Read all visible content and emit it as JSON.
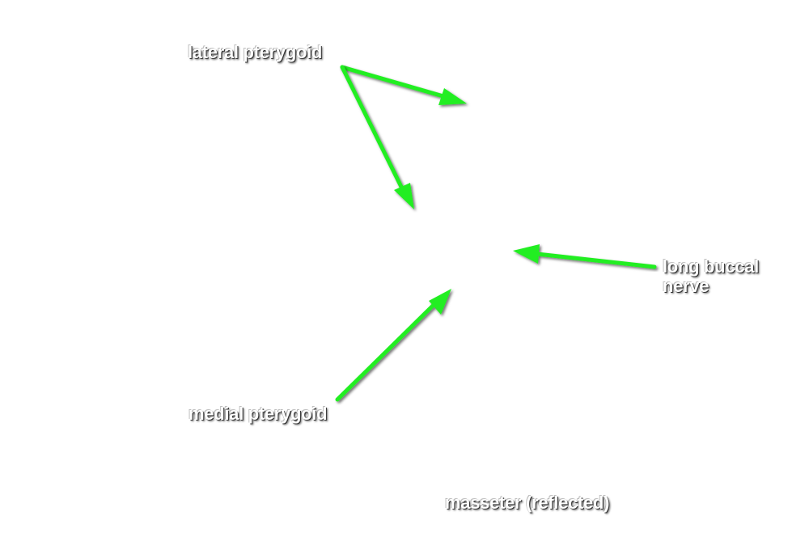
{
  "labels": {
    "lateral_pterygoid": "lateral pterygoid",
    "long_buccal_nerve_line1": "long buccal",
    "long_buccal_nerve_line2": "nerve",
    "medial_pterygoid": "medial pterygoid",
    "masseter": "masseter (reflected)"
  },
  "colors": {
    "background": "#ffffff",
    "arrow": "#22ee22",
    "label_text": "#ffffff",
    "label_shadow": "#333333"
  }
}
